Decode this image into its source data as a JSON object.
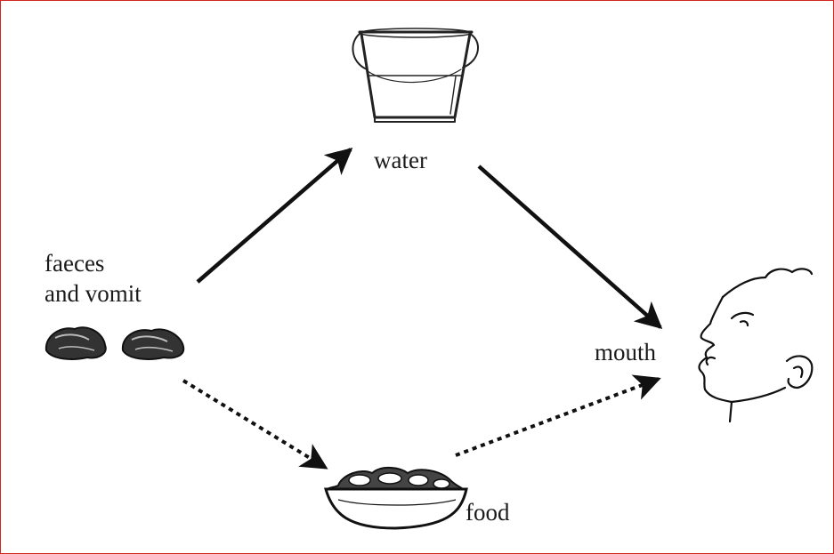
{
  "diagram": {
    "labels": {
      "water": "water",
      "source_line1": "faeces",
      "source_line2": "and vomit",
      "mouth": "mouth",
      "food": "food"
    },
    "edges": [
      {
        "from": "faeces and vomit",
        "to": "water",
        "style": "solid"
      },
      {
        "from": "water",
        "to": "mouth",
        "style": "solid"
      },
      {
        "from": "faeces and vomit",
        "to": "food",
        "style": "dotted"
      },
      {
        "from": "food",
        "to": "mouth",
        "style": "dotted"
      }
    ],
    "icons": [
      "bucket-icon",
      "faeces-pile-icon",
      "food-bowl-icon",
      "face-profile-icon"
    ],
    "colors": {
      "frame": "#d0261e",
      "ink": "#111111"
    }
  }
}
